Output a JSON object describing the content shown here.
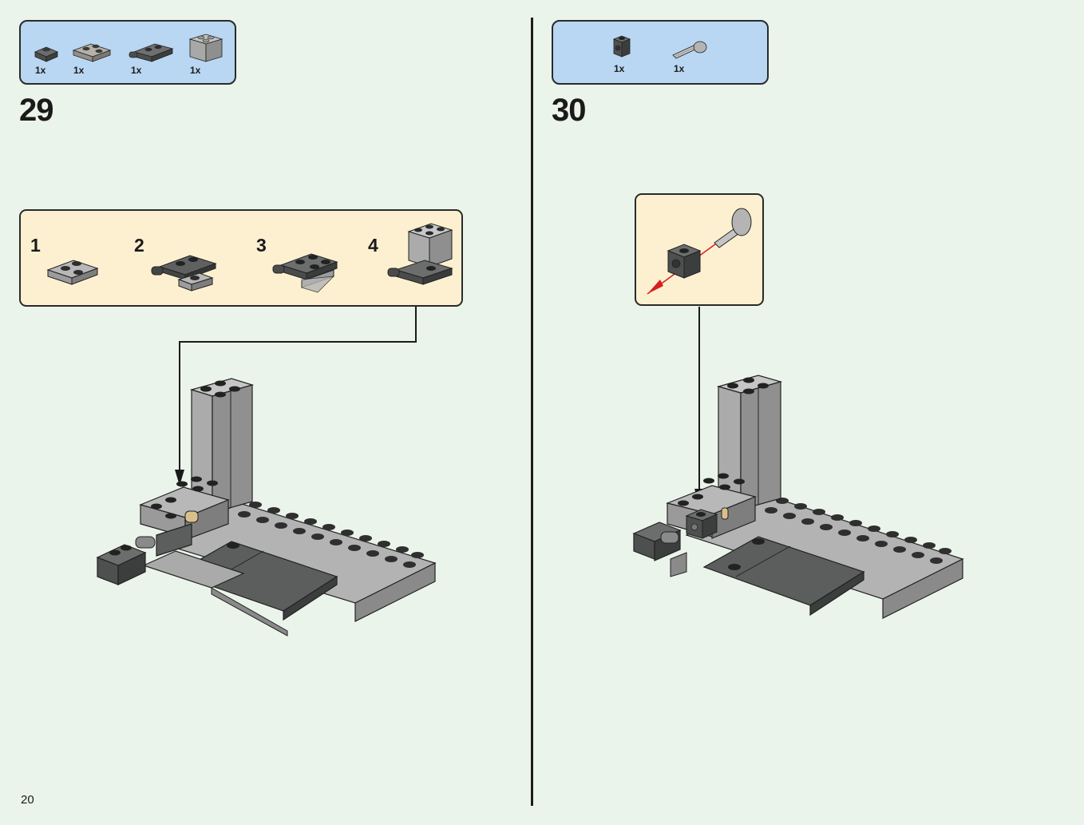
{
  "page_number": "20",
  "steps": [
    {
      "number": "29",
      "parts": [
        {
          "qty": "1x",
          "icon": "dark-gray-plate-1x1-icon"
        },
        {
          "qty": "1x",
          "icon": "light-gray-plate-corner-icon"
        },
        {
          "qty": "1x",
          "icon": "dark-gray-plate-clip-icon"
        },
        {
          "qty": "1x",
          "icon": "light-gray-brick-2x2-icon"
        }
      ],
      "substeps": [
        "1",
        "2",
        "3",
        "4"
      ]
    },
    {
      "number": "30",
      "parts": [
        {
          "qty": "1x",
          "icon": "dark-gray-brick-studs-icon"
        },
        {
          "qty": "1x",
          "icon": "light-gray-pin-icon"
        }
      ]
    }
  ],
  "colors": {
    "background": "#ebf4ea",
    "parts_box": "#b9d6f2",
    "substep_box": "#fdf0d0",
    "arrow_red": "#d71d1d",
    "light_gray": "#a5a6a6",
    "dark_gray": "#5b5d5d"
  }
}
